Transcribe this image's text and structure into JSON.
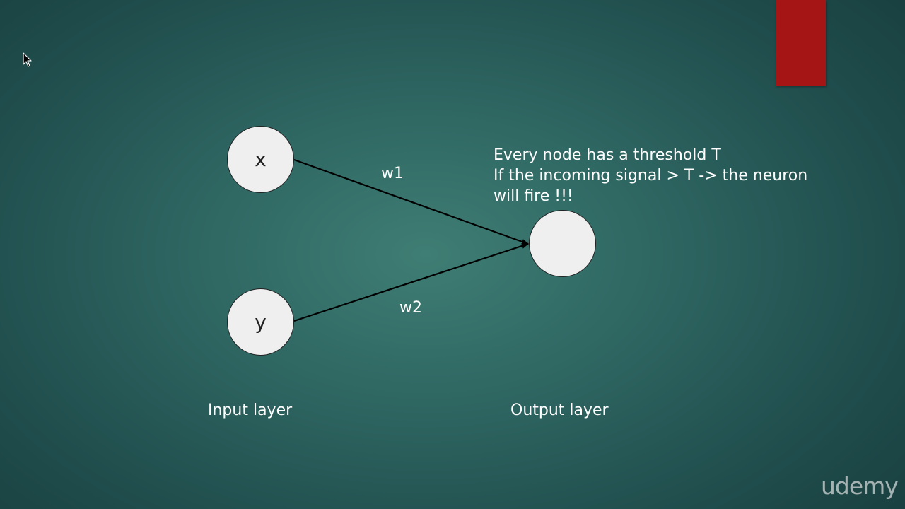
{
  "diagram": {
    "nodes": {
      "x_label": "x",
      "y_label": "y",
      "output_label": ""
    },
    "weights": {
      "w1": "w1",
      "w2": "w2"
    },
    "layers": {
      "input": "Input layer",
      "output": "Output layer"
    },
    "note": {
      "line1": "Every node has a threshold T",
      "line2": "If the incoming signal > T -> the neuron",
      "line3": "will fire !!!"
    }
  },
  "branding": {
    "logo": "udemy"
  },
  "colors": {
    "background": "#2f6763",
    "accent_tab": "#a51515",
    "node_fill": "#efefef",
    "text": "#ffffff"
  },
  "icons": {
    "cursor": "mouse-pointer-icon"
  }
}
